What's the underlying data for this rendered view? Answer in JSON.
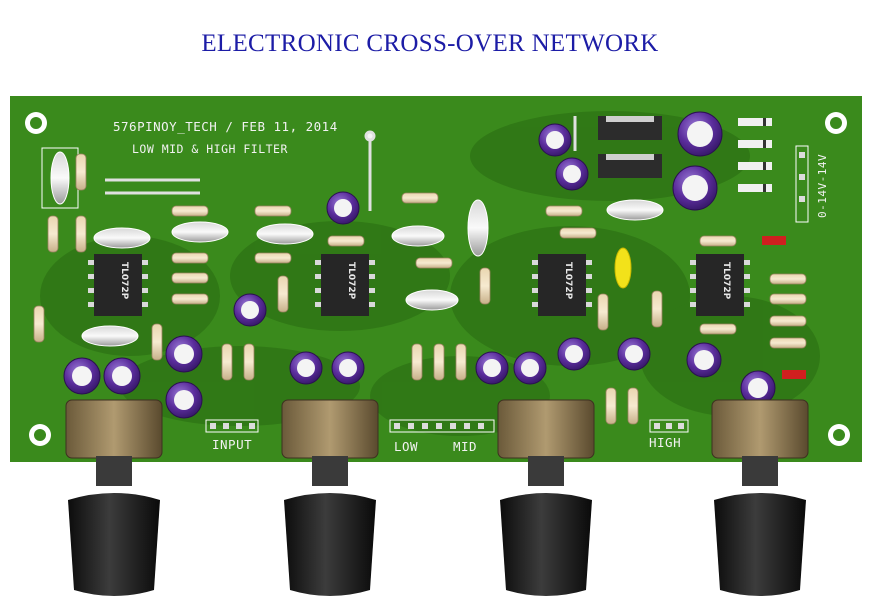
{
  "title": "ELECTRONIC CROSS-OVER NETWORK",
  "board": {
    "author_date": "576PINOY_TECH  / FEB 11, 2014",
    "subtitle": "LOW MID & HIGH FILTER",
    "power_label": "0-14V-14V",
    "chip_label": "TL072P",
    "labels": {
      "input": "INPUT",
      "low": "LOW",
      "mid": "MID",
      "high": "HIGH"
    }
  },
  "colors": {
    "title": "#1c1ca6",
    "board": "#3a8a1c",
    "capacitor": "#5b2d9c",
    "chip": "#2a2a2a",
    "knob": "#161616"
  }
}
